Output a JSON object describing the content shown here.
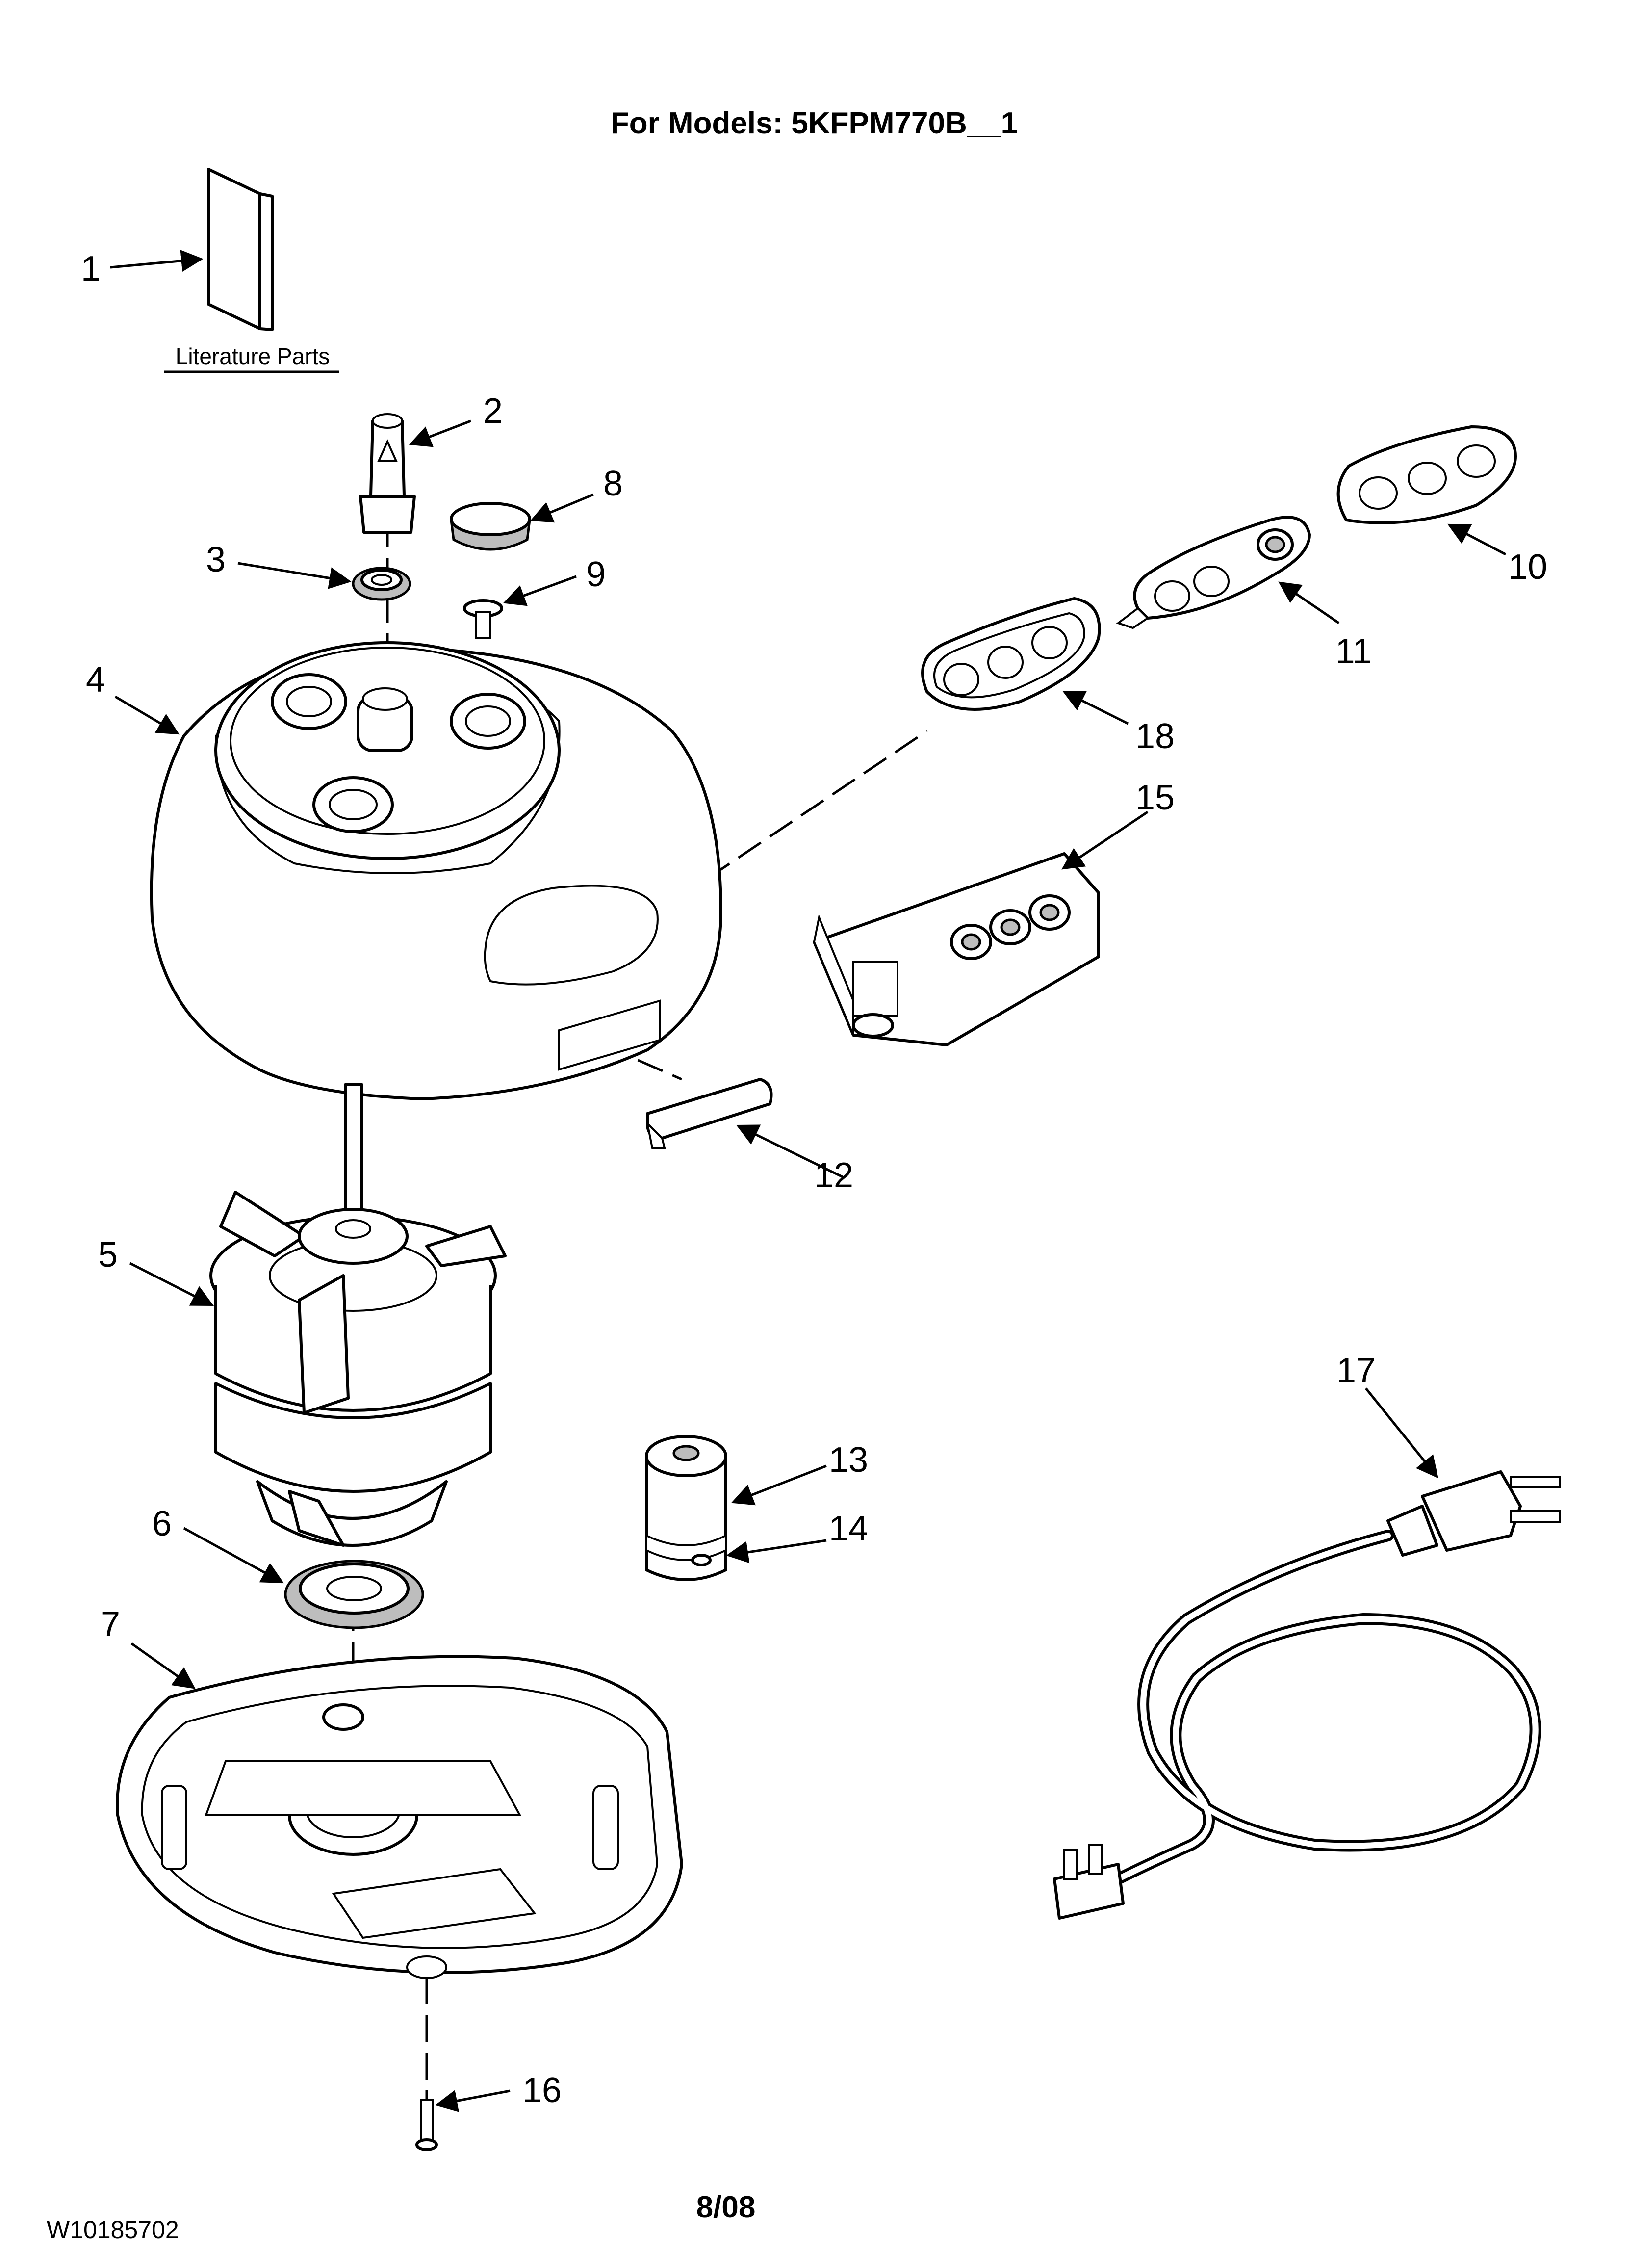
{
  "header": {
    "title": "For Models: 5KFPM770B__1"
  },
  "literature_caption": "Literature Parts",
  "footer": {
    "doc_number": "W10185702",
    "date": "8/08"
  },
  "callouts": [
    {
      "id": "1",
      "text": "1"
    },
    {
      "id": "2",
      "text": "2"
    },
    {
      "id": "3",
      "text": "3"
    },
    {
      "id": "4",
      "text": "4"
    },
    {
      "id": "5",
      "text": "5"
    },
    {
      "id": "6",
      "text": "6"
    },
    {
      "id": "7",
      "text": "7"
    },
    {
      "id": "8",
      "text": "8"
    },
    {
      "id": "9",
      "text": "9"
    },
    {
      "id": "10",
      "text": "10"
    },
    {
      "id": "11",
      "text": "11"
    },
    {
      "id": "12",
      "text": "12"
    },
    {
      "id": "13",
      "text": "13"
    },
    {
      "id": "14",
      "text": "14"
    },
    {
      "id": "15",
      "text": "15"
    },
    {
      "id": "16",
      "text": "16"
    },
    {
      "id": "17",
      "text": "17"
    },
    {
      "id": "18",
      "text": "18"
    }
  ]
}
